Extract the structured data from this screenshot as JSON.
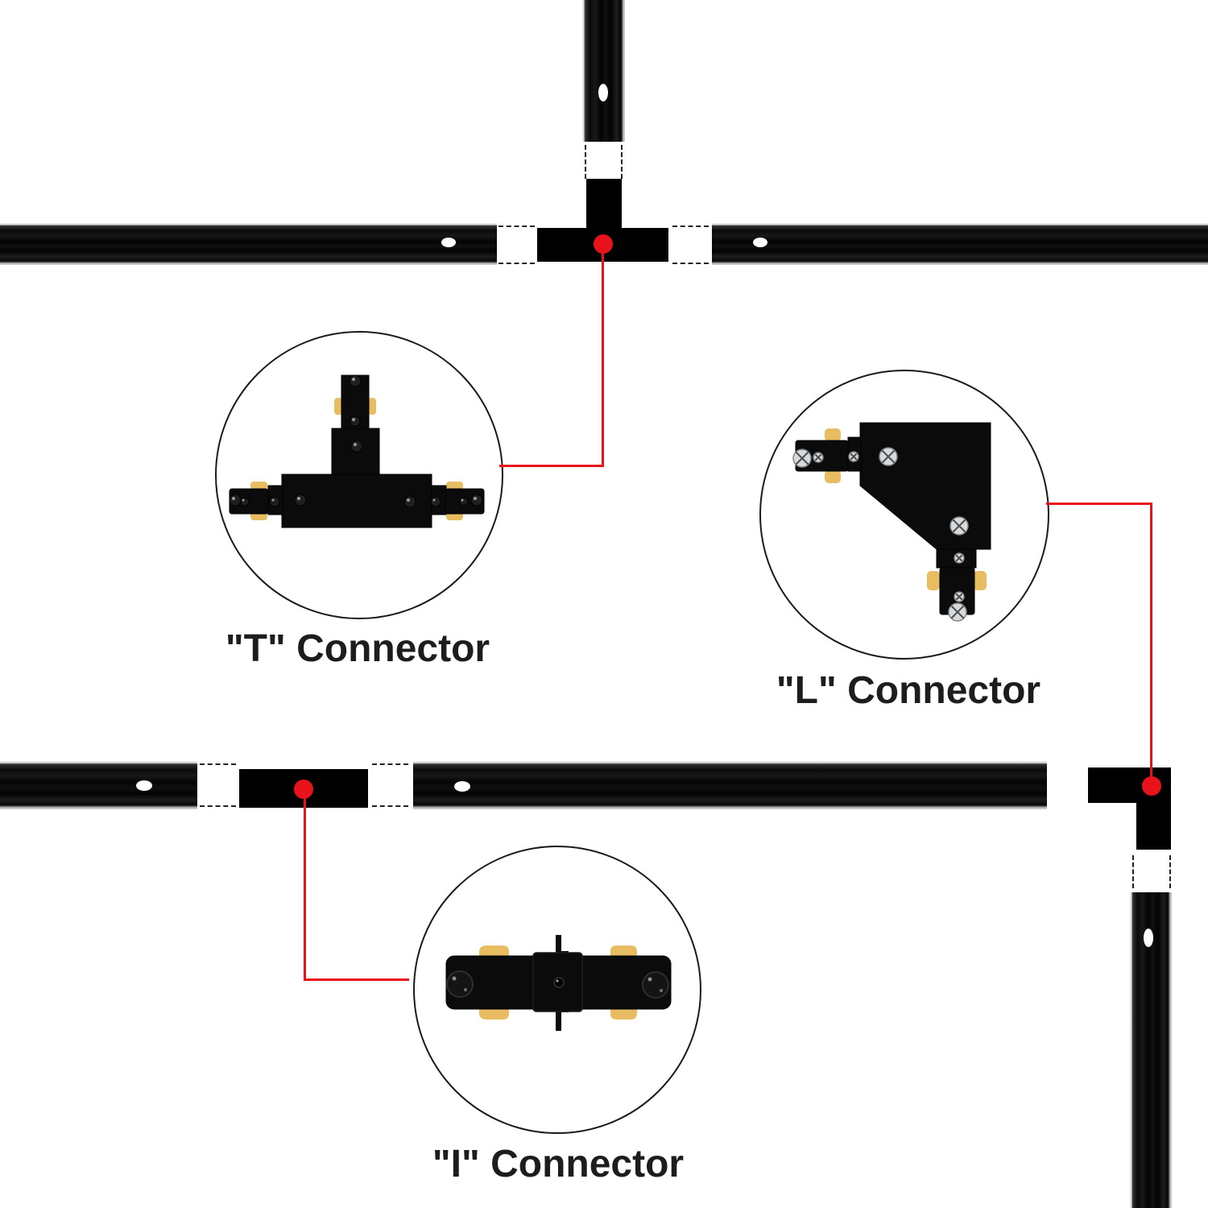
{
  "diagram": {
    "title_present": false,
    "connectors": [
      {
        "id": "t",
        "label": "\"T\" Connector",
        "icon": "t-connector-illustration"
      },
      {
        "id": "l",
        "label": "\"L\" Connector",
        "icon": "l-connector-illustration"
      },
      {
        "id": "i",
        "label": "\"I\" Connector",
        "icon": "i-connector-illustration"
      }
    ]
  },
  "colors": {
    "background": "#ffffff",
    "track_black": "#0a0a0a",
    "connector_black": "#0b0b0b",
    "accent_red": "#e8131a",
    "contact_tab_gold": "#e8bd62",
    "label_text": "#1d1d1d"
  }
}
